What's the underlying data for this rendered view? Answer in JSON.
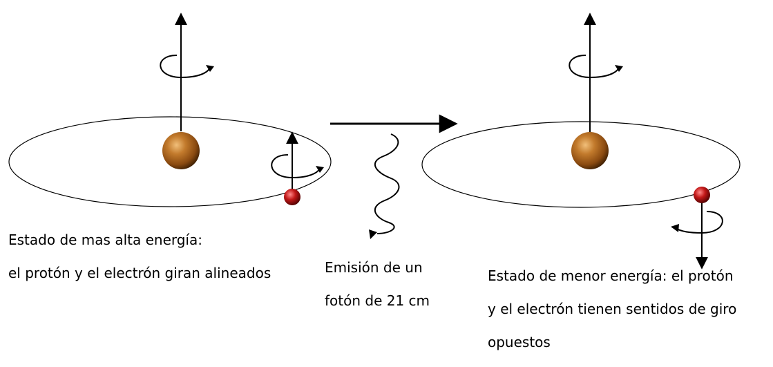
{
  "colors": {
    "background": "#ffffff",
    "line": "#000000",
    "proton_dark": "#3a1d02",
    "proton_mid": "#9c5512",
    "proton_light": "#f1bf7a",
    "electron_dark": "#4a0000",
    "electron_mid": "#b31212",
    "electron_light": "#ff8a8a"
  },
  "diagram": {
    "left_state": {
      "caption_line1": "Estado de mas alta energía:",
      "caption_line2": "el protón y el electrón giran alineados",
      "electron_spin": "up"
    },
    "transition": {
      "caption_line1": "Emisión de un",
      "caption_line2": "fotón de 21 cm",
      "arrow_icon": "right-arrow-icon",
      "photon_icon": "wavy-arrow-icon"
    },
    "right_state": {
      "caption_line1": "Estado de menor energía: el protón",
      "caption_line2": "y el electrón tienen sentidos de giro",
      "caption_line3": "opuestos",
      "electron_spin": "down"
    }
  }
}
